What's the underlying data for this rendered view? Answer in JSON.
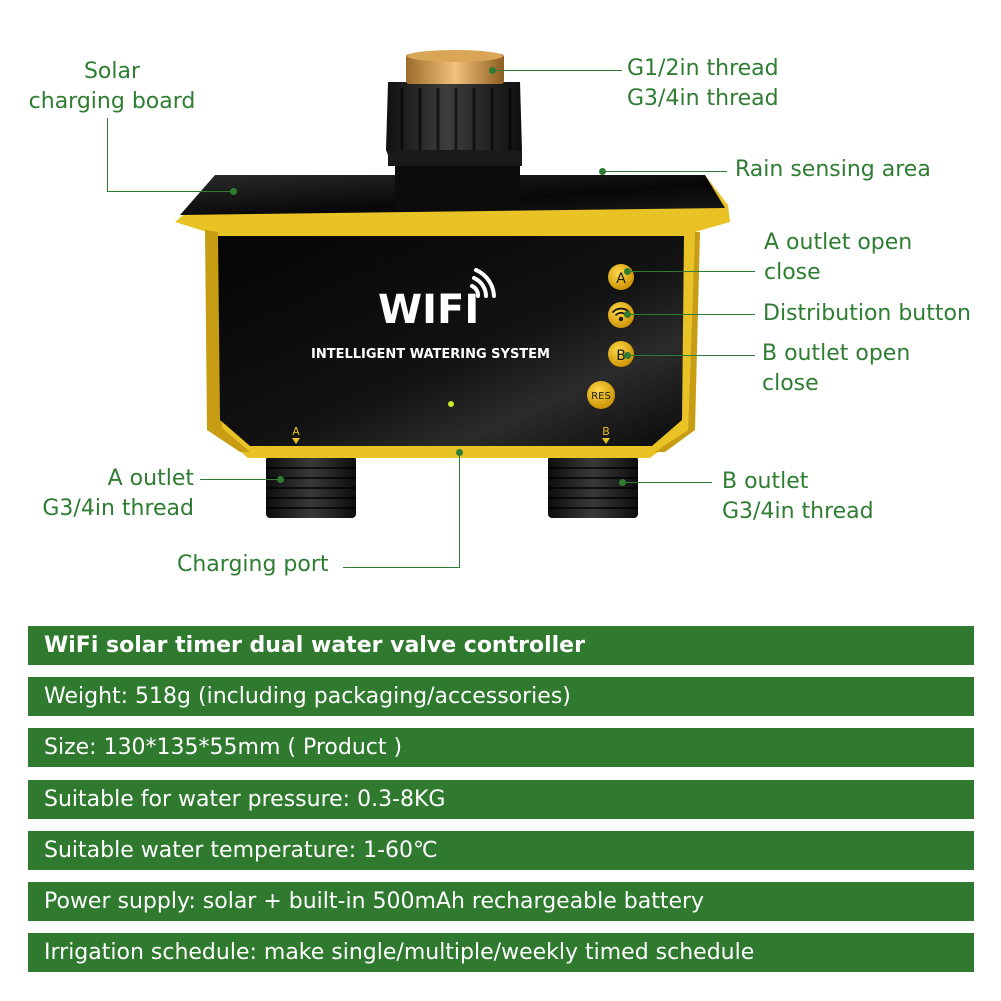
{
  "device": {
    "brand_text": "WIFI",
    "subtitle": "INTELLIGENT WATERING SYSTEM",
    "button_a": "A",
    "button_b": "B",
    "button_res": "RES",
    "outlet_a_mark": "A",
    "outlet_b_mark": "B"
  },
  "callouts": {
    "solar": [
      "Solar",
      "charging board"
    ],
    "thread_top": [
      "G1/2in thread",
      "G3/4in thread"
    ],
    "rain": "Rain sensing area",
    "a_outlet_btn": [
      "A outlet open",
      "close"
    ],
    "distribution": "Distribution button",
    "b_outlet_btn": [
      "B outlet open",
      "close"
    ],
    "a_outlet": [
      "A outlet",
      "G3/4in thread"
    ],
    "b_outlet": [
      "B outlet",
      "G3/4in thread"
    ],
    "charging": "Charging port"
  },
  "specs": [
    "WiFi solar timer dual water valve controller",
    "Weight: 518g (including packaging/accessories)",
    "Size: 130*135*55mm ( Product )",
    "Suitable for water pressure: 0.3-8KG",
    "Suitable water temperature: 1-60℃",
    "Power supply: solar + built-in 500mAh rechargeable battery",
    "Irrigation schedule: make single/multiple/weekly timed schedule"
  ],
  "colors": {
    "accent_green": "#2e7d32",
    "bar_green": "#2f7a2f",
    "housing_yellow": "#e9c225",
    "panel_black": "#0c0c0c",
    "button_gold": "#d9a500"
  }
}
